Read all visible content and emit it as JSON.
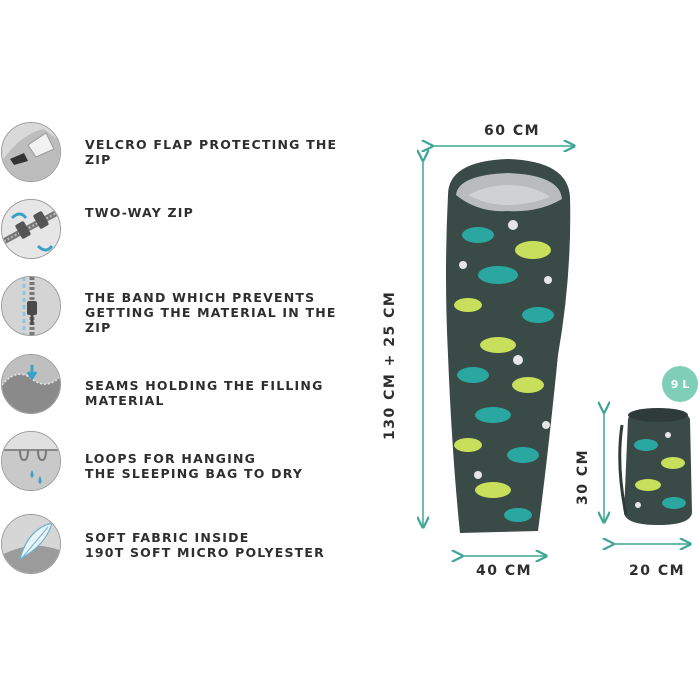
{
  "features": [
    {
      "icon": "velcro-flap-icon",
      "lines": [
        "VELCRO FLAP PROTECTING THE ZIP"
      ]
    },
    {
      "icon": "two-way-zip-icon",
      "lines": [
        "TWO-WAY ZIP"
      ]
    },
    {
      "icon": "zip-band-icon",
      "lines": [
        "THE BAND WHICH PREVENTS",
        "GETTING THE MATERIAL IN THE ZIP"
      ]
    },
    {
      "icon": "seams-icon",
      "lines": [
        "SEAMS HOLDING THE FILLING MATERIAL"
      ]
    },
    {
      "icon": "hanging-loops-icon",
      "lines": [
        "LOOPS FOR HANGING",
        "THE SLEEPING BAG TO DRY"
      ]
    },
    {
      "icon": "soft-fabric-icon",
      "lines": [
        "SOFT FABRIC INSIDE",
        "190T SOFT MICRO POLYESTER"
      ]
    }
  ],
  "dimensions": {
    "bag_width_top": "60 CM",
    "bag_length": "130 CM + 25 CM",
    "bag_width_bottom": "40 CM",
    "pack_height": "30 CM",
    "pack_width": "20 CM",
    "pack_volume": "9 L"
  },
  "colors": {
    "fabric": "#3a4a47",
    "hood_lining": "#b8bcbc",
    "accent_teal": "#2aa7a0",
    "accent_yellow": "#c8df5c",
    "arrow": "#3fa596",
    "badge": "#7fcfb8"
  }
}
